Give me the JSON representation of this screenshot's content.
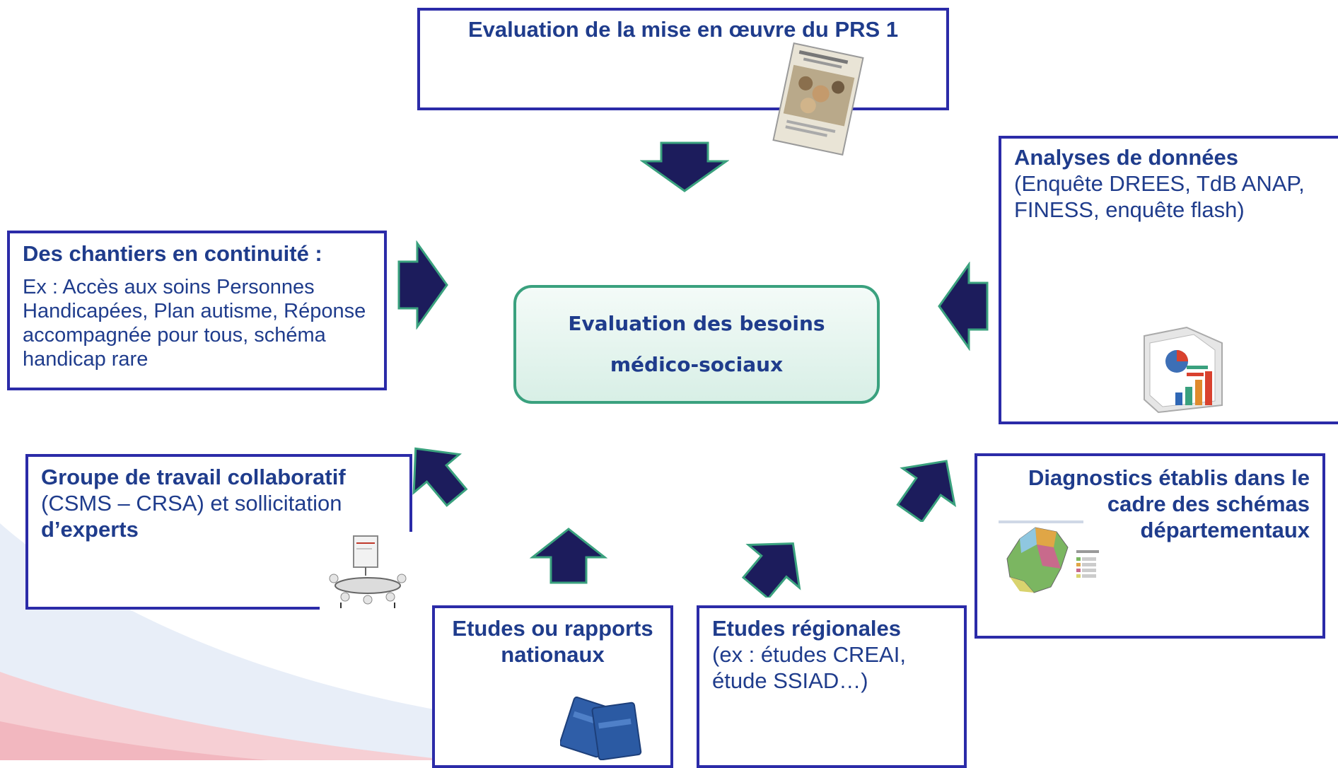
{
  "center": {
    "line1": "Evaluation des besoins",
    "line2": "médico-sociaux"
  },
  "boxes": {
    "prs": {
      "title": "Evaluation de la mise en œuvre du PRS 1"
    },
    "analyses": {
      "title": "Analyses de données",
      "body": "(Enquête DREES, TdB ANAP, FINESS, enquête flash)"
    },
    "chantiers": {
      "title": "Des chantiers en continuité :",
      "body": "Ex : Accès aux soins Personnes Handicapées,  Plan autisme, Réponse accompagnée pour tous, schéma handicap rare"
    },
    "groupe": {
      "title": "Groupe de travail collaboratif",
      "body": "(CSMS – CRSA) et sollicitation",
      "title2": "d’experts"
    },
    "diagnostics": {
      "title": "Diagnostics établis dans le cadre des schémas départementaux"
    },
    "etudes_nat": {
      "title": "Etudes ou rapports nationaux"
    },
    "etudes_reg": {
      "title": "Etudes régionales",
      "body": "(ex : études CREAI, étude SSIAD…)"
    }
  },
  "images": {
    "report_book": "report-book-image",
    "charts": "charts-folder-image",
    "map": "regional-map-image",
    "meeting": "meeting-table-image",
    "reports": "report-folders-image"
  },
  "colors": {
    "border": "#2b2ba8",
    "text": "#1f3c8c",
    "arrow_fill": "#1c1c5c",
    "arrow_outline": "#3aa17e",
    "center_border": "#3aa17e"
  }
}
